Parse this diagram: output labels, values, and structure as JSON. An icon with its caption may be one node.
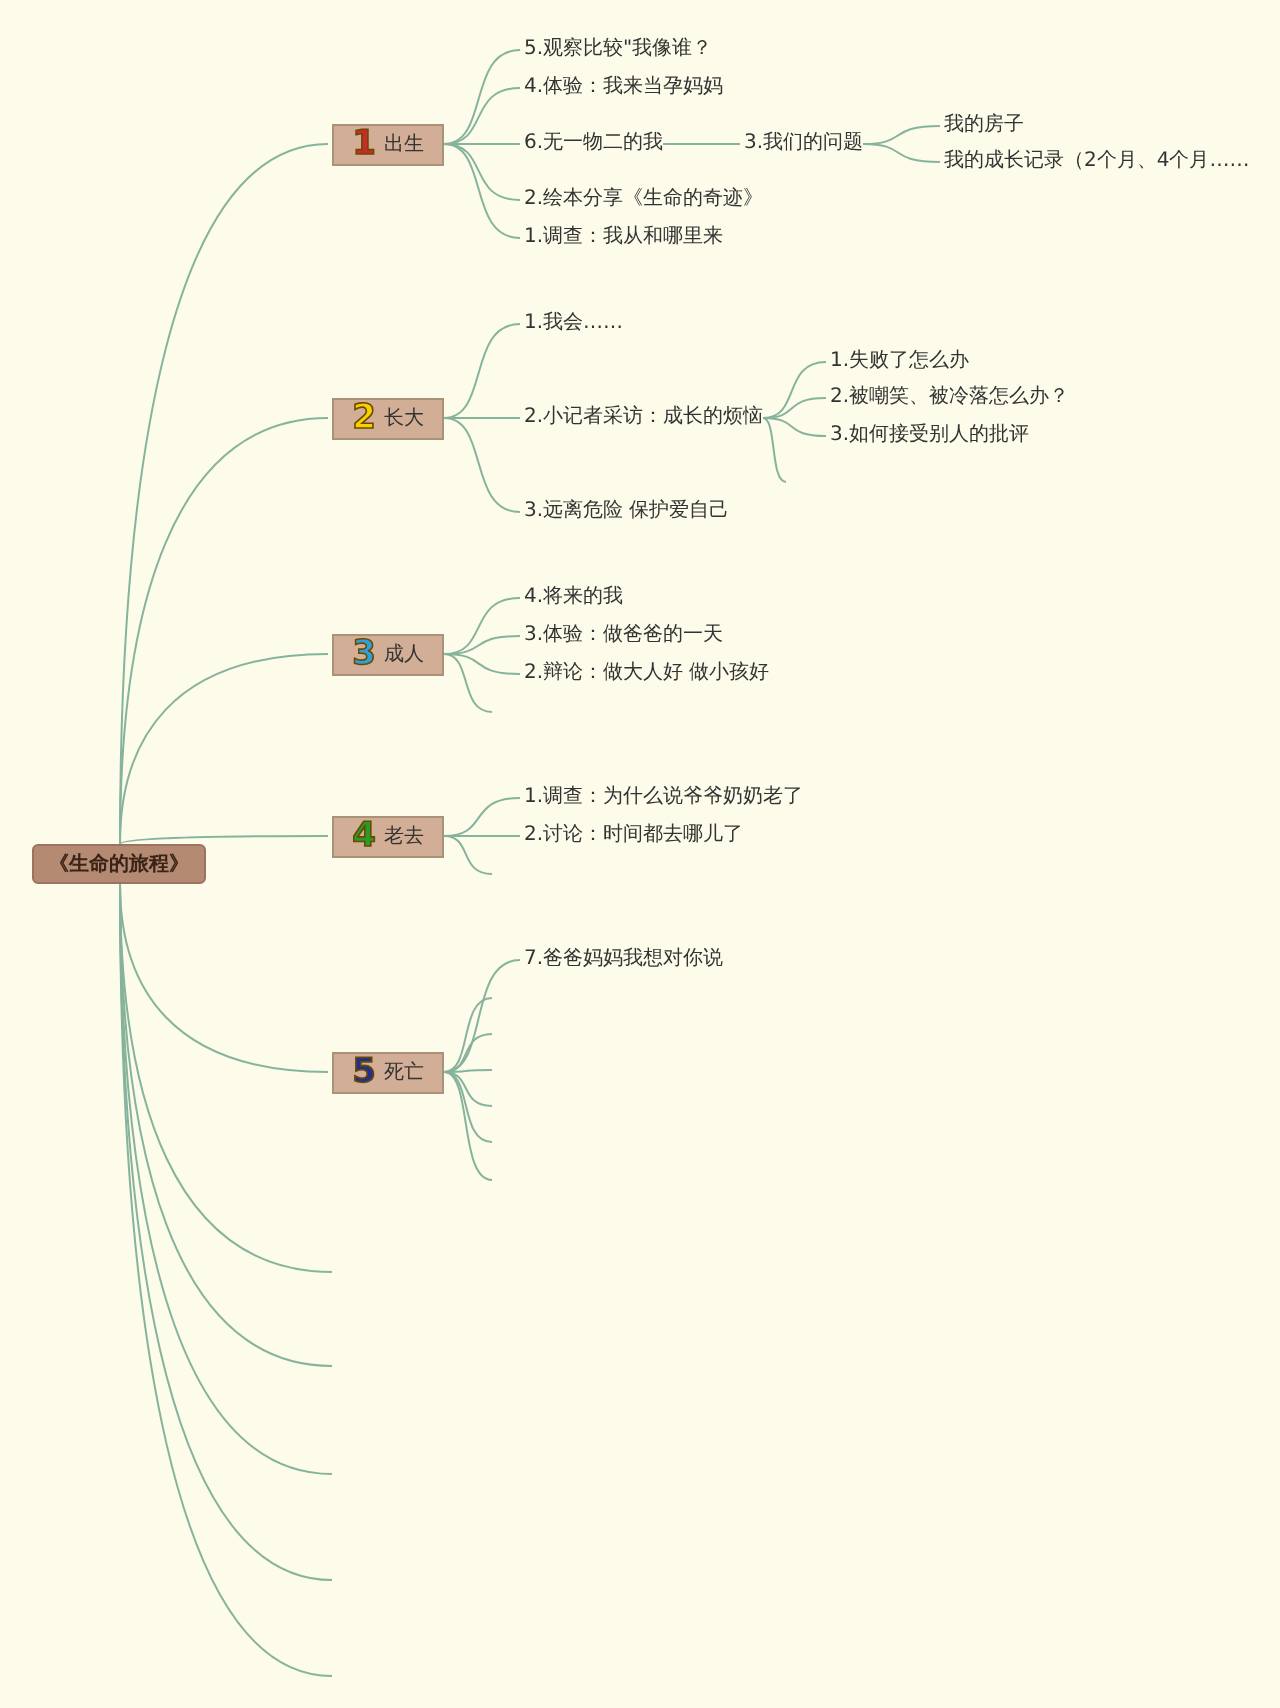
{
  "diagram": {
    "nodes": [
      {
        "text": [
          "《生命的旅程》"
        ]
      },
      {
        "text": [
          "1",
          "出生"
        ]
      },
      {
        "text": [
          "5.观察比较\"我像谁？"
        ]
      },
      {
        "text": [
          "4.体验：我来当孕妈妈"
        ]
      },
      {
        "text": [
          "6.无一物二的我"
        ]
      },
      {
        "text": [
          "3.我们的问题"
        ]
      },
      {
        "text": [
          "我的房子"
        ]
      },
      {
        "text": [
          "我的成长记录（2个月、4个月……"
        ]
      },
      {
        "text": [
          "2.绘本分享《生命的奇迹》"
        ]
      },
      {
        "text": [
          "1.调查：我从和哪里来"
        ]
      },
      {
        "text": [
          "2",
          "长大"
        ]
      },
      {
        "text": [
          "1.我会……"
        ]
      },
      {
        "text": [
          "2.小记者采访：成长的烦恼"
        ]
      },
      {
        "text": [
          "1.失败了怎么办"
        ]
      },
      {
        "text": [
          "2.被嘲笑、被冷落怎么办？"
        ]
      },
      {
        "text": [
          "3.如何接受别人的批评"
        ]
      },
      {
        "text": [
          "3.远离危险 保护爱自己"
        ]
      },
      {
        "text": [
          "3",
          "成人"
        ]
      },
      {
        "text": [
          "4.将来的我"
        ]
      },
      {
        "text": [
          "3.体验：做爸爸的一天"
        ]
      },
      {
        "text": [
          "2.辩论：做大人好 做小孩好"
        ]
      },
      {
        "text": [
          "4",
          "老去"
        ]
      },
      {
        "text": [
          "1.调查：为什么说爷爷奶奶老了"
        ]
      },
      {
        "text": [
          "2.讨论：时间都去哪儿了"
        ]
      },
      {
        "text": [
          "5",
          "死亡"
        ]
      },
      {
        "text": [
          "7.爸爸妈妈我想对你说"
        ]
      }
    ],
    "edges": [
      {
        "from": 0,
        "to": 1,
        "arrow": "none"
      },
      {
        "from": 1,
        "to": 2,
        "arrow": "none"
      },
      {
        "from": 1,
        "to": 3,
        "arrow": "none"
      },
      {
        "from": 1,
        "to": 4,
        "arrow": "none"
      },
      {
        "from": 4,
        "to": 5,
        "arrow": "none"
      },
      {
        "from": 5,
        "to": 6,
        "arrow": "none"
      },
      {
        "from": 5,
        "to": 7,
        "arrow": "none"
      },
      {
        "from": 1,
        "to": 8,
        "arrow": "none"
      },
      {
        "from": 1,
        "to": 9,
        "arrow": "none"
      },
      {
        "from": 0,
        "to": 10,
        "arrow": "none"
      },
      {
        "from": 10,
        "to": 11,
        "arrow": "none"
      },
      {
        "from": 10,
        "to": 12,
        "arrow": "none"
      },
      {
        "from": 12,
        "to": 13,
        "arrow": "none"
      },
      {
        "from": 12,
        "to": 14,
        "arrow": "none"
      },
      {
        "from": 12,
        "to": 15,
        "arrow": "none"
      },
      {
        "from": 12,
        "to": null,
        "arrow": "none"
      },
      {
        "from": 10,
        "to": 16,
        "arrow": "none"
      },
      {
        "from": 0,
        "to": 17,
        "arrow": "none"
      },
      {
        "from": 17,
        "to": 18,
        "arrow": "none"
      },
      {
        "from": 17,
        "to": 19,
        "arrow": "none"
      },
      {
        "from": 17,
        "to": 20,
        "arrow": "none"
      },
      {
        "from": 17,
        "to": null,
        "arrow": "none"
      },
      {
        "from": 0,
        "to": 21,
        "arrow": "none"
      },
      {
        "from": 21,
        "to": 22,
        "arrow": "none"
      },
      {
        "from": 21,
        "to": 23,
        "arrow": "none"
      },
      {
        "from": 21,
        "to": null,
        "arrow": "none"
      },
      {
        "from": 0,
        "to": 24,
        "arrow": "none"
      },
      {
        "from": 24,
        "to": 25,
        "arrow": "none"
      },
      {
        "from": 24,
        "to": null,
        "arrow": "none"
      },
      {
        "from": 24,
        "to": null,
        "arrow": "none"
      },
      {
        "from": 24,
        "to": null,
        "arrow": "none"
      },
      {
        "from": 24,
        "to": null,
        "arrow": "none"
      },
      {
        "from": 24,
        "to": null,
        "arrow": "none"
      },
      {
        "from": 24,
        "to": null,
        "arrow": "none"
      },
      {
        "from": 0,
        "to": null,
        "arrow": "none"
      },
      {
        "from": 0,
        "to": null,
        "arrow": "none"
      },
      {
        "from": 0,
        "to": null,
        "arrow": "none"
      },
      {
        "from": 0,
        "to": null,
        "arrow": "none"
      },
      {
        "from": 0,
        "to": null,
        "arrow": "none"
      }
    ]
  }
}
